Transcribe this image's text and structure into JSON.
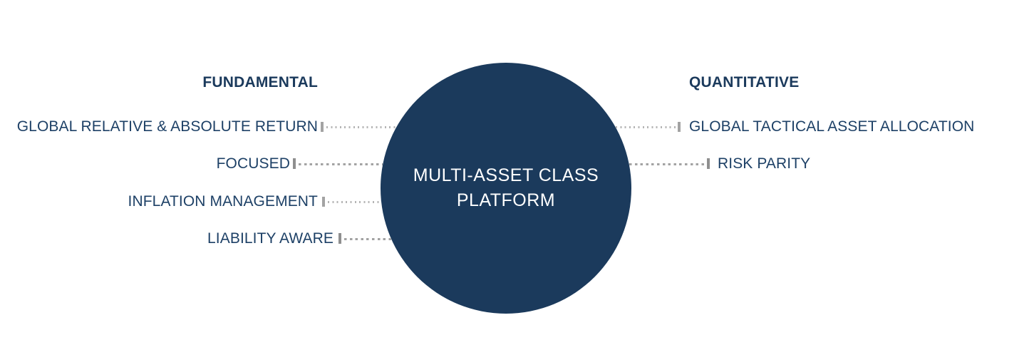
{
  "diagram": {
    "center": {
      "line1": "MULTI-ASSET CLASS",
      "line2": "PLATFORM"
    },
    "left": {
      "header": "FUNDAMENTAL",
      "items": [
        "GLOBAL RELATIVE & ABSOLUTE RETURN",
        "FOCUSED",
        "INFLATION MANAGEMENT",
        "LIABILITY AWARE"
      ]
    },
    "right": {
      "header": "QUANTITATIVE",
      "items": [
        "GLOBAL TACTICAL ASSET ALLOCATION",
        "RISK PARITY"
      ]
    },
    "colors": {
      "circle_fill": "#1b3a5c",
      "label_text": "#1d4066",
      "header_text": "#1b3a5c",
      "connector_gray": "#a3a3a3",
      "circle_text": "#ffffff"
    }
  }
}
